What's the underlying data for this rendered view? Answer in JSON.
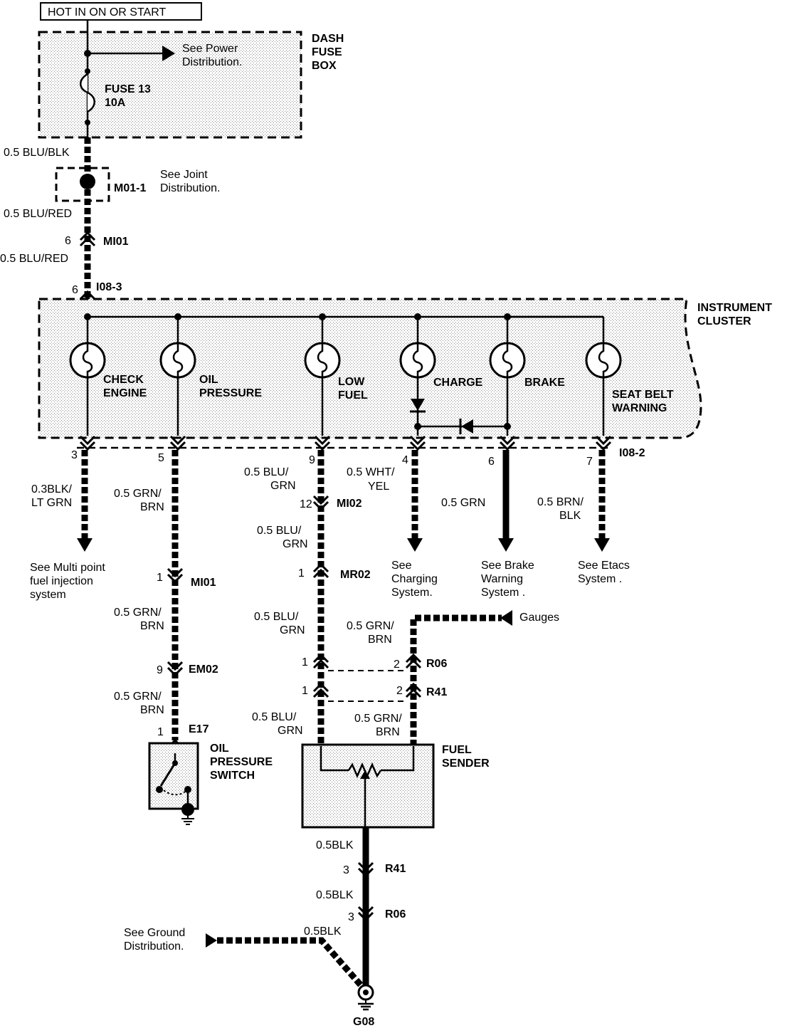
{
  "header": {
    "title": "HOT IN ON OR START"
  },
  "fuse_box": {
    "title_lines": [
      "DASH",
      "FUSE",
      "BOX"
    ],
    "see_power_lines": [
      "See Power",
      "Distribution."
    ],
    "fuse_lines": [
      "FUSE 13",
      "10A"
    ]
  },
  "joint": {
    "id": "M01-1",
    "see_joint_lines": [
      "See Joint",
      "Distribution."
    ]
  },
  "cluster": {
    "title_lines": [
      "INSTRUMENT",
      "CLUSTER"
    ],
    "in_connector": "I08-3",
    "in_pin": "6",
    "out_connector": "I08-2",
    "lamps": [
      {
        "id": "check-engine",
        "label_lines": [
          "CHECK",
          "ENGINE"
        ],
        "pin": "3"
      },
      {
        "id": "oil-pressure",
        "label_lines": [
          "OIL",
          "PRESSURE"
        ],
        "pin": "5"
      },
      {
        "id": "low-fuel",
        "label_lines": [
          "LOW",
          "FUEL"
        ],
        "pin": "9"
      },
      {
        "id": "charge",
        "label_lines": [
          "CHARGE"
        ],
        "pin": "4"
      },
      {
        "id": "brake",
        "label_lines": [
          "BRAKE"
        ],
        "pin": "6"
      },
      {
        "id": "seat-belt",
        "label_lines": [
          "SEAT BELT",
          "WARNING"
        ],
        "pin": "7"
      }
    ]
  },
  "wires": {
    "w_fuse_joint": "0.5 BLU/BLK",
    "w_joint_mi01": "0.5 BLU/RED",
    "w_mi01_cluster": "0.5 BLU/RED",
    "w_check_engine": [
      "0.3BLK/",
      "LT GRN"
    ],
    "w_oil_1": [
      "0.5 GRN/",
      "BRN"
    ],
    "w_oil_2": [
      "0.5 GRN/",
      "BRN"
    ],
    "w_oil_3": [
      "0.5 GRN/",
      "BRN"
    ],
    "w_fuel_1": [
      "0.5 BLU/",
      "GRN"
    ],
    "w_fuel_2": [
      "0.5 BLU/",
      "GRN"
    ],
    "w_fuel_3": [
      "0.5 BLU/",
      "GRN"
    ],
    "w_fuel_4": [
      "0.5 BLU/",
      "GRN"
    ],
    "w_charge": [
      "0.5  WHT/",
      "YEL"
    ],
    "w_brake": "0.5 GRN",
    "w_seat": [
      "0.5 BRN/",
      "BLK"
    ],
    "w_gauge_1": [
      "0.5 GRN/",
      "BRN"
    ],
    "w_gauge_2": [
      "0.5 GRN/",
      "BRN"
    ],
    "w_gnd_1": "0.5BLK",
    "w_gnd_2": "0.5BLK",
    "w_gnd_3": "0.5BLK"
  },
  "connectors": {
    "mi01_top": {
      "id": "MI01",
      "pin": "6"
    },
    "mi02": {
      "id": "MI02",
      "pin": "12"
    },
    "mr02": {
      "id": "MR02",
      "pin": "1"
    },
    "mi01_oil": {
      "id": "MI01",
      "pin": "1"
    },
    "em02": {
      "id": "EM02",
      "pin": "9"
    },
    "e17": {
      "id": "E17",
      "pin": "1"
    },
    "r06_top": {
      "id": "R06",
      "pin_left": "1",
      "pin_right": "2"
    },
    "r41_top": {
      "id": "R41",
      "pin_left": "1",
      "pin_right": "2"
    },
    "r41_bot": {
      "id": "R41",
      "pin": "3"
    },
    "r06_bot": {
      "id": "R06",
      "pin": "3"
    }
  },
  "references": {
    "mpi_lines": [
      "See Multi point",
      "fuel injection",
      "system"
    ],
    "charging_lines": [
      "See",
      "Charging",
      "System."
    ],
    "brake_lines": [
      "See Brake",
      "Warning",
      "System ."
    ],
    "etacs_lines": [
      "See Etacs",
      "System ."
    ],
    "gauges": "Gauges",
    "ground_lines": [
      "See Ground",
      "Distribution."
    ]
  },
  "components": {
    "oil_switch_lines": [
      "OIL",
      "PRESSURE",
      "SWITCH"
    ],
    "fuel_sender_lines": [
      "FUEL",
      "SENDER"
    ],
    "ground_id": "G08"
  }
}
